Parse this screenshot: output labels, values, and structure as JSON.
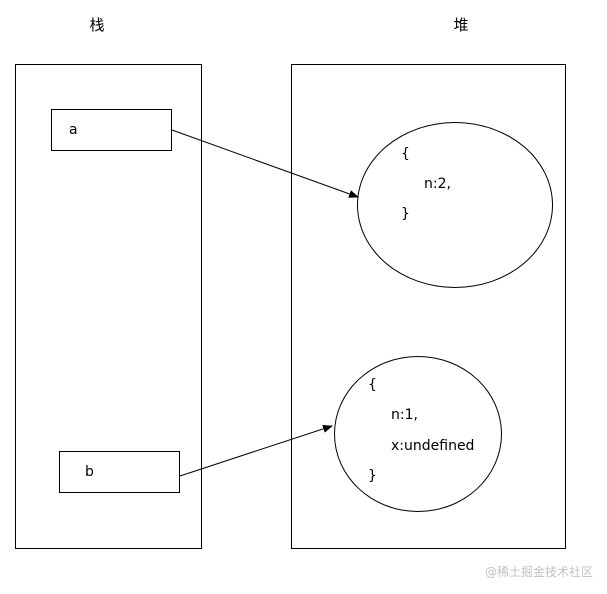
{
  "titles": {
    "stack": "栈",
    "heap": "堆"
  },
  "stack": {
    "vars": [
      {
        "name": "a"
      },
      {
        "name": "b"
      }
    ]
  },
  "heap": {
    "objects": [
      {
        "open": "{",
        "lines": [
          "n:2,"
        ],
        "close": "}"
      },
      {
        "open": "{",
        "lines": [
          "n:1,",
          "x:undefined"
        ],
        "close": "}"
      }
    ]
  },
  "references": [
    {
      "from": "a",
      "to": "object-1"
    },
    {
      "from": "b",
      "to": "object-2"
    }
  ],
  "watermark": "@稀土掘金技术社区"
}
